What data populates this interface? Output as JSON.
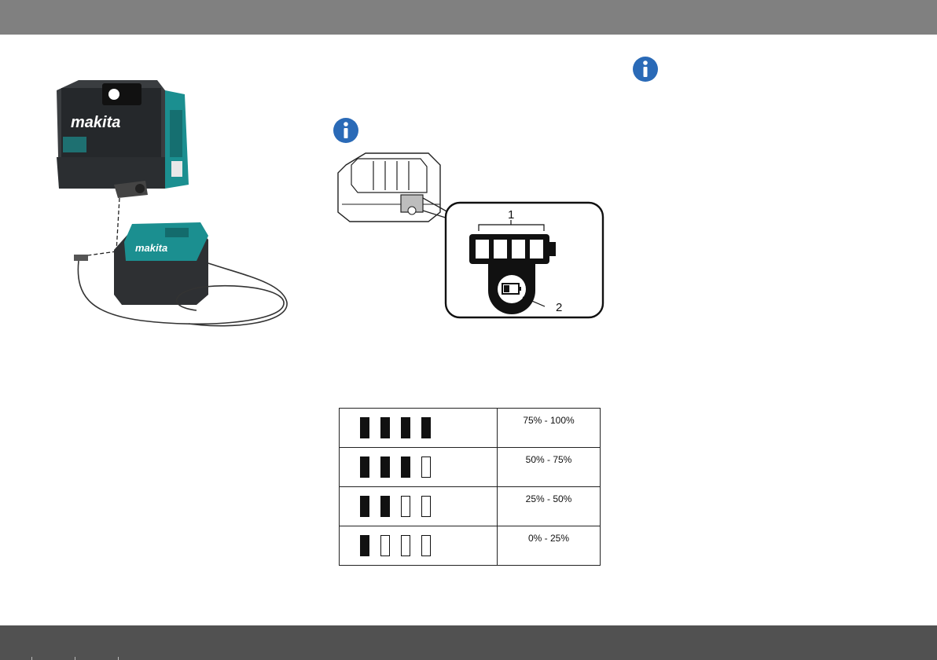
{
  "figure_battery": {
    "callout_1": "1",
    "callout_2": "2"
  },
  "indicator_table": {
    "rows": [
      {
        "lit": 4,
        "total": 4,
        "range": "75%  -  100%"
      },
      {
        "lit": 3,
        "total": 4,
        "range": "50%  -  75%"
      },
      {
        "lit": 2,
        "total": 4,
        "range": "25%  -  50%"
      },
      {
        "lit": 1,
        "total": 4,
        "range": "0%  -  25%"
      }
    ]
  },
  "colors": {
    "header_bar": "#808080",
    "footer_bar": "#515151",
    "info_icon": "#2a6ab7",
    "tool_teal": "#1b8f90",
    "tool_dark": "#3a3d40"
  },
  "icons": [
    "info-icon",
    "info-icon"
  ]
}
